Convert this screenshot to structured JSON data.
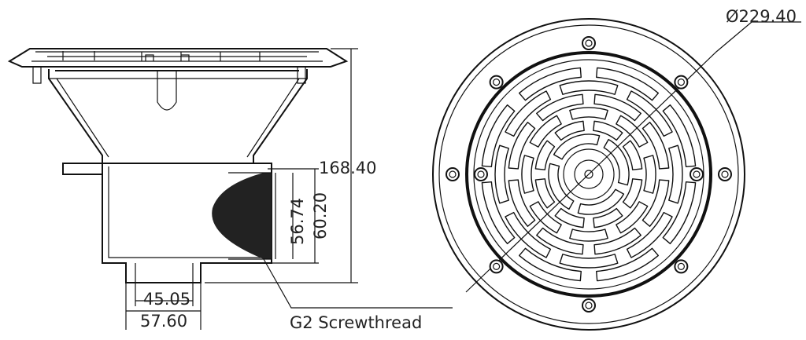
{
  "drawing": {
    "diameter_label": "Ø229.40",
    "height_label": "168.40",
    "thread_inner_label": "56.74",
    "thread_outer_label": "60.20",
    "outlet_inner_label": "45.05",
    "outlet_outer_label": "57.60",
    "thread_note": "G2 Screwthread"
  }
}
